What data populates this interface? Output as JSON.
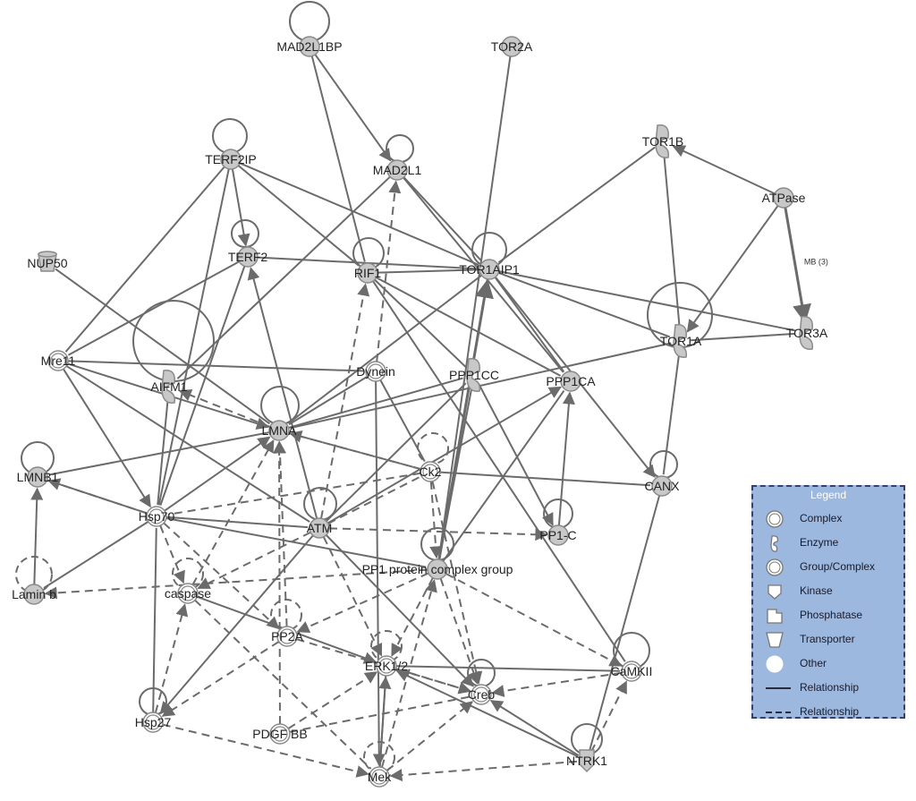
{
  "diagram": {
    "nodes": [
      {
        "id": "MAD2L1BP",
        "label": "MAD2L1BP",
        "shape": "solid"
      },
      {
        "id": "TOR2A",
        "label": "TOR2A",
        "shape": "solid"
      },
      {
        "id": "TOR1B",
        "label": "TOR1B",
        "shape": "enzyme"
      },
      {
        "id": "TERF2IP",
        "label": "TERF2IP",
        "shape": "solid"
      },
      {
        "id": "MAD2L1",
        "label": "MAD2L1",
        "shape": "solid"
      },
      {
        "id": "ATPase",
        "label": "ATPase",
        "shape": "solid"
      },
      {
        "id": "NUP50",
        "label": "NUP50",
        "shape": "transporter"
      },
      {
        "id": "TERF2",
        "label": "TERF2",
        "shape": "solid"
      },
      {
        "id": "RIF1",
        "label": "RIF1",
        "shape": "solid"
      },
      {
        "id": "TOR1AIP1",
        "label": "TOR1AIP1",
        "shape": "solid"
      },
      {
        "id": "TOR3A",
        "label": "TOR3A",
        "shape": "enzyme"
      },
      {
        "id": "TOR1A",
        "label": "TOR1A",
        "shape": "enzyme"
      },
      {
        "id": "Mre11",
        "label": "Mre11",
        "shape": "open"
      },
      {
        "id": "AIFM1",
        "label": "AIFM1",
        "shape": "enzyme"
      },
      {
        "id": "Dynein",
        "label": "Dynein",
        "shape": "open"
      },
      {
        "id": "PPP1CC",
        "label": "PPP1CC",
        "shape": "enzyme"
      },
      {
        "id": "PPP1CA",
        "label": "PPP1CA",
        "shape": "solid"
      },
      {
        "id": "LMNA",
        "label": "LMNA",
        "shape": "solid"
      },
      {
        "id": "Ck2",
        "label": "Ck2",
        "shape": "open"
      },
      {
        "id": "LMNB1",
        "label": "LMNB1",
        "shape": "solid"
      },
      {
        "id": "CANX",
        "label": "CANX",
        "shape": "solid"
      },
      {
        "id": "Hsp70",
        "label": "Hsp70",
        "shape": "open"
      },
      {
        "id": "ATM",
        "label": "ATM",
        "shape": "solid"
      },
      {
        "id": "PP1-C",
        "label": "PP1-C",
        "shape": "solid"
      },
      {
        "id": "PP1",
        "label": "PP1 protein complex group",
        "shape": "solid"
      },
      {
        "id": "Laminb",
        "label": "Lamin b",
        "shape": "solid"
      },
      {
        "id": "caspase",
        "label": "caspase",
        "shape": "open"
      },
      {
        "id": "PP2A",
        "label": "PP2A",
        "shape": "open"
      },
      {
        "id": "CaMKII",
        "label": "CaMKII",
        "shape": "open"
      },
      {
        "id": "ERK12",
        "label": "ERK1/2",
        "shape": "open"
      },
      {
        "id": "Creb",
        "label": "Creb",
        "shape": "open"
      },
      {
        "id": "Hsp27",
        "label": "Hsp27",
        "shape": "open"
      },
      {
        "id": "PDGFBB",
        "label": "PDGF BB",
        "shape": "open"
      },
      {
        "id": "NTRK1",
        "label": "NTRK1",
        "shape": "kinase"
      },
      {
        "id": "Mek",
        "label": "Mek",
        "shape": "open"
      }
    ],
    "self_loops": [
      "MAD2L1BP",
      "MAD2L1",
      "TERF2IP",
      "TERF2",
      "RIF1",
      "TOR1AIP1",
      "TOR1A",
      "AIFM1",
      "LMNA",
      "Ck2",
      "LMNB1",
      "CANX",
      "ATM",
      "PP1-C",
      "PP1",
      "Laminb",
      "caspase",
      "PP2A",
      "CaMKII",
      "ERK12",
      "Creb",
      "Hsp27",
      "NTRK1",
      "Mek"
    ],
    "edges": [
      {
        "s": "MAD2L1BP",
        "t": "MAD2L1",
        "style": "solid",
        "arrow": true
      },
      {
        "s": "MAD2L1BP",
        "t": "RIF1",
        "style": "solid",
        "arrow": false
      },
      {
        "s": "TOR2A",
        "t": "PP1",
        "style": "solid",
        "arrow": false
      },
      {
        "s": "ATPase",
        "t": "TOR1B",
        "style": "solid",
        "arrow": true
      },
      {
        "s": "ATPase",
        "t": "TOR3A",
        "style": "thick",
        "arrow": true,
        "label": "MB (3)"
      },
      {
        "s": "ATPase",
        "t": "TOR1A",
        "style": "solid",
        "arrow": true
      },
      {
        "s": "TOR1B",
        "t": "TOR1AIP1",
        "style": "solid",
        "arrow": false
      },
      {
        "s": "TOR1B",
        "t": "TOR1A",
        "style": "solid",
        "arrow": false
      },
      {
        "s": "TERF2IP",
        "t": "TERF2",
        "style": "solid",
        "arrow": true
      },
      {
        "s": "TERF2IP",
        "t": "RIF1",
        "style": "solid",
        "arrow": false
      },
      {
        "s": "TERF2IP",
        "t": "TOR1AIP1",
        "style": "solid",
        "arrow": false
      },
      {
        "s": "TERF2IP",
        "t": "Mre11",
        "style": "solid",
        "arrow": false
      },
      {
        "s": "TERF2IP",
        "t": "Hsp70",
        "style": "solid",
        "arrow": false
      },
      {
        "s": "TERF2",
        "t": "TOR1AIP1",
        "style": "solid",
        "arrow": false
      },
      {
        "s": "TERF2",
        "t": "Mre11",
        "style": "solid",
        "arrow": false
      },
      {
        "s": "TERF2",
        "t": "Hsp70",
        "style": "solid",
        "arrow": false
      },
      {
        "s": "MAD2L1",
        "t": "TOR1AIP1",
        "style": "solid",
        "arrow": false
      },
      {
        "s": "MAD2L1",
        "t": "PPP1CA",
        "style": "solid",
        "arrow": false
      },
      {
        "s": "MAD2L1",
        "t": "AIFM1",
        "style": "solid",
        "arrow": false
      },
      {
        "s": "NUP50",
        "t": "LMNA",
        "style": "solid",
        "arrow": false
      },
      {
        "s": "RIF1",
        "t": "TOR1AIP1",
        "style": "solid",
        "arrow": false
      },
      {
        "s": "RIF1",
        "t": "PPP1CC",
        "style": "solid",
        "arrow": false
      },
      {
        "s": "RIF1",
        "t": "PPP1CA",
        "style": "solid",
        "arrow": false
      },
      {
        "s": "RIF1",
        "t": "CaMKII",
        "style": "solid",
        "arrow": false
      },
      {
        "s": "TOR1AIP1",
        "t": "TOR1A",
        "style": "solid",
        "arrow": false
      },
      {
        "s": "TOR1AIP1",
        "t": "TOR3A",
        "style": "solid",
        "arrow": false
      },
      {
        "s": "TOR1AIP1",
        "t": "LMNA",
        "style": "solid",
        "arrow": false
      },
      {
        "s": "TOR1AIP1",
        "t": "CANX",
        "style": "solid",
        "arrow": true
      },
      {
        "s": "TOR1AIP1",
        "t": "PPP1CA",
        "style": "solid",
        "arrow": false
      },
      {
        "s": "TOR1A",
        "t": "TOR3A",
        "style": "solid",
        "arrow": false
      },
      {
        "s": "TOR1A",
        "t": "CANX",
        "style": "solid",
        "arrow": false
      },
      {
        "s": "TOR1A",
        "t": "LMNA",
        "style": "solid",
        "arrow": false
      },
      {
        "s": "Mre11",
        "t": "Dynein",
        "style": "solid",
        "arrow": false
      },
      {
        "s": "Mre11",
        "t": "Hsp70",
        "style": "solid",
        "arrow": true
      },
      {
        "s": "Mre11",
        "t": "LMNA",
        "style": "solid",
        "arrow": true
      },
      {
        "s": "Mre11",
        "t": "ATM",
        "style": "solid",
        "arrow": false
      },
      {
        "s": "ATM",
        "t": "TERF2",
        "style": "solid",
        "arrow": true
      },
      {
        "s": "ATM",
        "t": "RIF1",
        "style": "dashed",
        "arrow": true
      },
      {
        "s": "ATM",
        "t": "PPP1CC",
        "style": "solid",
        "arrow": false
      },
      {
        "s": "ATM",
        "t": "PPP1CA",
        "style": "solid",
        "arrow": true
      },
      {
        "s": "ATM",
        "t": "PP1-C",
        "style": "dashed",
        "arrow": true
      },
      {
        "s": "ATM",
        "t": "ERK12",
        "style": "dashed",
        "arrow": true
      },
      {
        "s": "ATM",
        "t": "Creb",
        "style": "solid",
        "arrow": true
      },
      {
        "s": "ATM",
        "t": "Hsp27",
        "style": "solid",
        "arrow": true
      },
      {
        "s": "ATM",
        "t": "caspase",
        "style": "dashed",
        "arrow": true
      },
      {
        "s": "Dynein",
        "t": "MAD2L1",
        "style": "dashed",
        "arrow": true
      },
      {
        "s": "Dynein",
        "t": "LMNA",
        "style": "solid",
        "arrow": false
      },
      {
        "s": "Dynein",
        "t": "Mek",
        "style": "solid",
        "arrow": true
      },
      {
        "s": "Dynein",
        "t": "Ck2",
        "style": "solid",
        "arrow": false
      },
      {
        "s": "LMNA",
        "t": "LMNB1",
        "style": "solid",
        "arrow": false
      },
      {
        "s": "LMNA",
        "t": "PPP1CC",
        "style": "solid",
        "arrow": false
      },
      {
        "s": "LMNA",
        "t": "Ck2",
        "style": "dashed",
        "arrow": false
      },
      {
        "s": "LMNA",
        "t": "AIFM1",
        "style": "dashed",
        "arrow": true
      },
      {
        "s": "Ck2",
        "t": "CANX",
        "style": "solid",
        "arrow": false
      },
      {
        "s": "Ck2",
        "t": "LMNA",
        "style": "dashed",
        "arrow": true
      },
      {
        "s": "Ck2",
        "t": "PP1",
        "style": "dashed",
        "arrow": true
      },
      {
        "s": "Ck2",
        "t": "Creb",
        "style": "dashed",
        "arrow": true
      },
      {
        "s": "Ck2",
        "t": "Hsp70",
        "style": "dashed",
        "arrow": false
      },
      {
        "s": "LMNB1",
        "t": "Hsp70",
        "style": "solid",
        "arrow": false
      },
      {
        "s": "Laminb",
        "t": "LMNB1",
        "style": "solid",
        "arrow": true
      },
      {
        "s": "Hsp70",
        "t": "Laminb",
        "style": "solid",
        "arrow": false
      },
      {
        "s": "Hsp70",
        "t": "LMNA",
        "style": "solid",
        "arrow": true
      },
      {
        "s": "Hsp70",
        "t": "ATM",
        "style": "solid",
        "arrow": false
      },
      {
        "s": "Hsp70",
        "t": "PP1",
        "style": "solid",
        "arrow": false
      },
      {
        "s": "Hsp70",
        "t": "caspase",
        "style": "dashed",
        "arrow": true
      },
      {
        "s": "Hsp70",
        "t": "PP2A",
        "style": "dashed",
        "arrow": true
      },
      {
        "s": "Hsp70",
        "t": "LMNB1",
        "style": "dashed",
        "arrow": true
      },
      {
        "s": "Hsp27",
        "t": "Hsp70",
        "style": "solid",
        "arrow": false
      },
      {
        "s": "Hsp27",
        "t": "caspase",
        "style": "dashed",
        "arrow": true
      },
      {
        "s": "Hsp27",
        "t": "Mek",
        "style": "dashed",
        "arrow": true
      },
      {
        "s": "PP1",
        "t": "TOR1AIP1",
        "style": "thick",
        "arrow": true
      },
      {
        "s": "PP1",
        "t": "PPP1CC",
        "style": "solid",
        "arrow": false
      },
      {
        "s": "PP1",
        "t": "PPP1CA",
        "style": "solid",
        "arrow": false
      },
      {
        "s": "PP1",
        "t": "PP2A",
        "style": "dashed",
        "arrow": true
      },
      {
        "s": "PP1",
        "t": "CaMKII",
        "style": "dashed",
        "arrow": true
      },
      {
        "s": "PP1",
        "t": "Creb",
        "style": "dashed",
        "arrow": true
      },
      {
        "s": "PP1",
        "t": "Laminb",
        "style": "dashed",
        "arrow": true
      },
      {
        "s": "PP1",
        "t": "ERK12",
        "style": "dashed",
        "arrow": true
      },
      {
        "s": "PP1-C",
        "t": "PPP1CA",
        "style": "solid",
        "arrow": true
      },
      {
        "s": "PPP1CC",
        "t": "PP1-C",
        "style": "solid",
        "arrow": true
      },
      {
        "s": "caspase",
        "t": "ERK12",
        "style": "solid",
        "arrow": true
      },
      {
        "s": "caspase",
        "t": "LMNA",
        "style": "dashed",
        "arrow": true
      },
      {
        "s": "caspase",
        "t": "Mek",
        "style": "dashed",
        "arrow": false
      },
      {
        "s": "PP2A",
        "t": "LMNA",
        "style": "dashed",
        "arrow": true
      },
      {
        "s": "PP2A",
        "t": "Hsp27",
        "style": "dashed",
        "arrow": true
      },
      {
        "s": "PP2A",
        "t": "Creb",
        "style": "dashed",
        "arrow": true
      },
      {
        "s": "PDGFBB",
        "t": "ERK12",
        "style": "dashed",
        "arrow": true
      },
      {
        "s": "PDGFBB",
        "t": "Creb",
        "style": "dashed",
        "arrow": false
      },
      {
        "s": "PDGFBB",
        "t": "LMNA",
        "style": "dashed",
        "arrow": true
      },
      {
        "s": "ERK12",
        "t": "CaMKII",
        "style": "solid",
        "arrow": false
      },
      {
        "s": "ERK12",
        "t": "Creb",
        "style": "dashed",
        "arrow": true
      },
      {
        "s": "ERK12",
        "t": "Mek",
        "style": "solid",
        "arrow": false
      },
      {
        "s": "CaMKII",
        "t": "Creb",
        "style": "dashed",
        "arrow": true
      },
      {
        "s": "CANX",
        "t": "NTRK1",
        "style": "solid",
        "arrow": false
      },
      {
        "s": "NTRK1",
        "t": "CaMKII",
        "style": "dashed",
        "arrow": true
      },
      {
        "s": "NTRK1",
        "t": "Creb",
        "style": "solid",
        "arrow": true
      },
      {
        "s": "NTRK1",
        "t": "ERK12",
        "style": "solid",
        "arrow": true
      },
      {
        "s": "NTRK1",
        "t": "Mek",
        "style": "dashed",
        "arrow": true
      },
      {
        "s": "Mek",
        "t": "ERK12",
        "style": "solid",
        "arrow": true
      },
      {
        "s": "Mek",
        "t": "PP1",
        "style": "dashed",
        "arrow": true
      },
      {
        "s": "Mek",
        "t": "Creb",
        "style": "dashed",
        "arrow": true
      },
      {
        "s": "ATM",
        "t": "Ck2",
        "style": "dashed",
        "arrow": false
      },
      {
        "s": "AIFM1",
        "t": "Hsp70",
        "style": "solid",
        "arrow": false
      }
    ]
  },
  "legend": {
    "title": "Legend",
    "items": [
      {
        "label": "Complex",
        "icon": "complex-icon"
      },
      {
        "label": "Enzyme",
        "icon": "enzyme-icon"
      },
      {
        "label": "Group/Complex",
        "icon": "group-complex-icon"
      },
      {
        "label": "Kinase",
        "icon": "kinase-icon"
      },
      {
        "label": "Phosphatase",
        "icon": "phosphatase-icon"
      },
      {
        "label": "Transporter",
        "icon": "transporter-icon"
      },
      {
        "label": "Other",
        "icon": "other-icon"
      },
      {
        "label": "Relationship",
        "icon": "solid-line-icon"
      },
      {
        "label": "Relationship",
        "icon": "dashed-line-icon"
      }
    ]
  }
}
